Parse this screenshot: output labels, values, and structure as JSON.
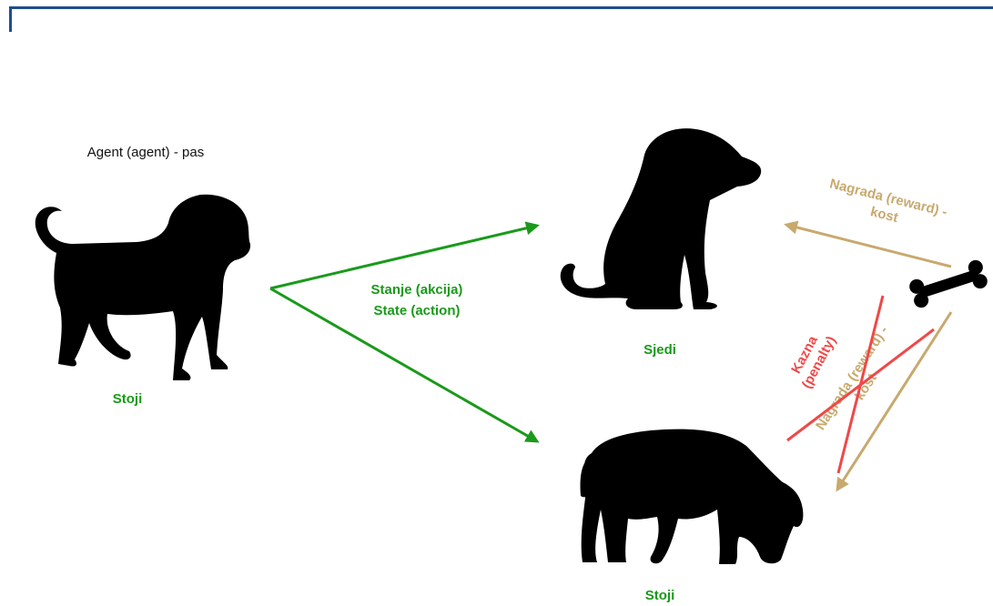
{
  "colors": {
    "frame": "#1f4e8c",
    "green": "#1a9a1a",
    "tan": "#c8a96e",
    "red": "#f04848",
    "ink": "#111111"
  },
  "icons": {
    "agent": "dog-standing-icon",
    "outcome_sit": "dog-sitting-icon",
    "outcome_stand": "dog-sniffing-icon",
    "reward": "bone-icon"
  },
  "agent": {
    "label": "Agent (agent) - pas",
    "state_label": "Stoji"
  },
  "action": {
    "line1": "Stanje (akcija)",
    "line2": "State (action)"
  },
  "outcomes": [
    {
      "state_label": "Sjedi",
      "reward_line1": "Nagrada (reward) -",
      "reward_line2": "kost"
    },
    {
      "state_label": "Stoji",
      "reward_line1": "Nagrada (reward) -",
      "reward_line2": "kost",
      "penalty_line1": "Kazna",
      "penalty_line2": "(penalty)"
    }
  ]
}
